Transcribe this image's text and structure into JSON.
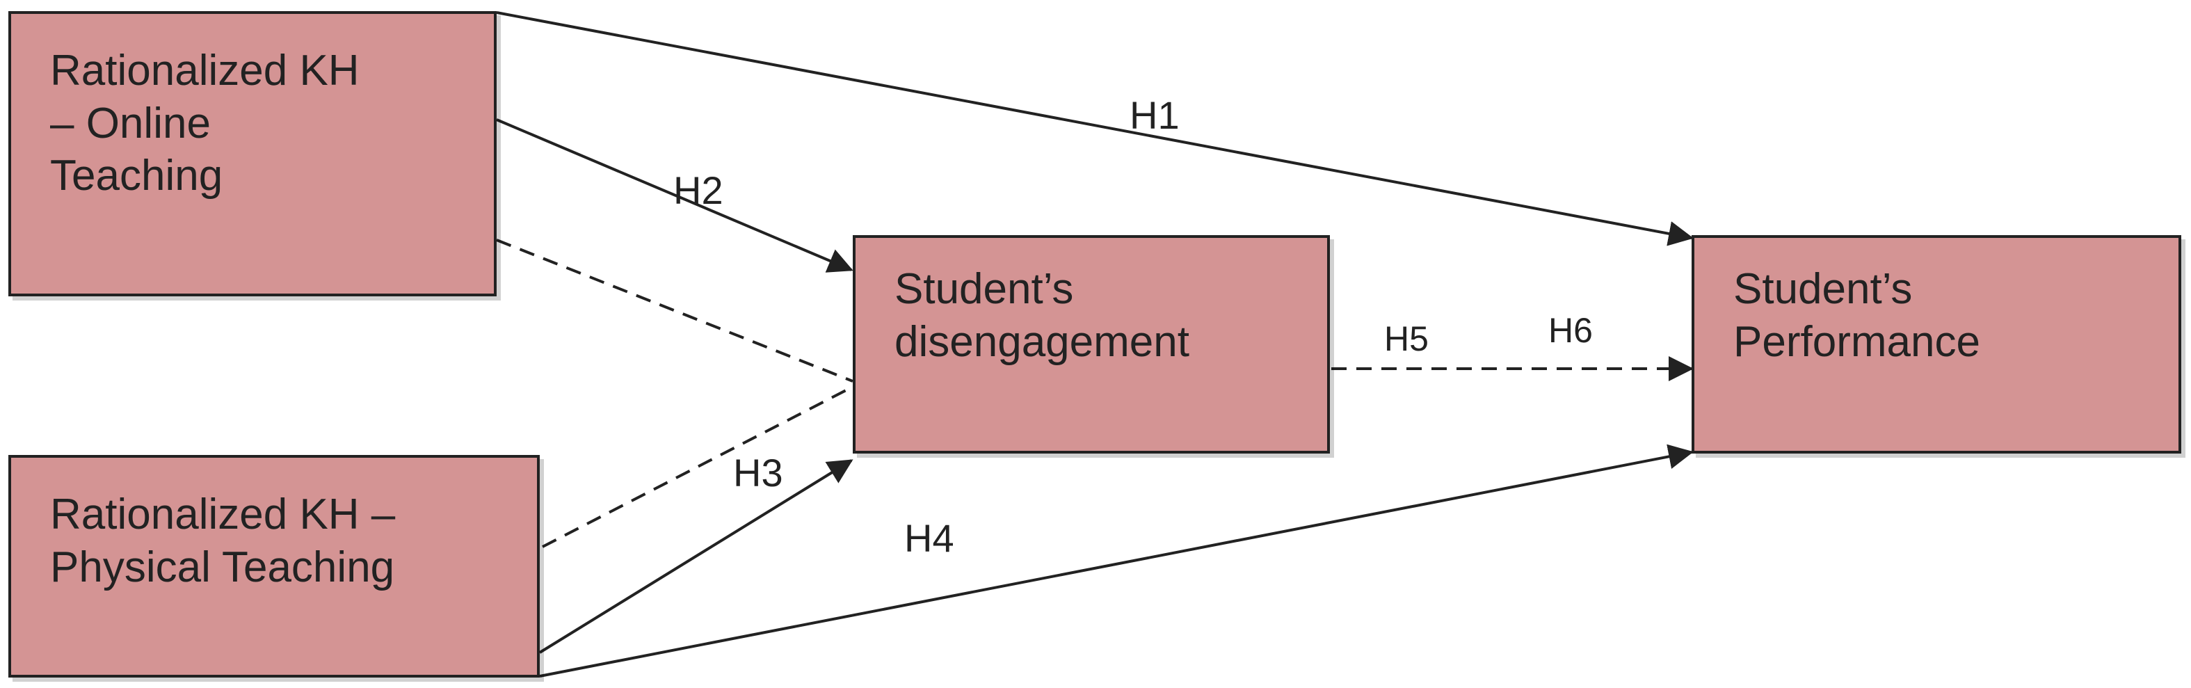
{
  "nodes": {
    "online": "Rationalized KH\n– Online\nTeaching",
    "physical": "Rationalized KH –\nPhysical Teaching",
    "disengagement": "Student’s\ndisengagement",
    "performance": "Student’s\nPerformance"
  },
  "hypotheses": {
    "h1": "H1",
    "h2": "H2",
    "h3": "H3",
    "h4": "H4",
    "h5": "H5",
    "h6": "H6"
  },
  "colors": {
    "box_fill": "#d49494",
    "stroke": "#222222"
  }
}
